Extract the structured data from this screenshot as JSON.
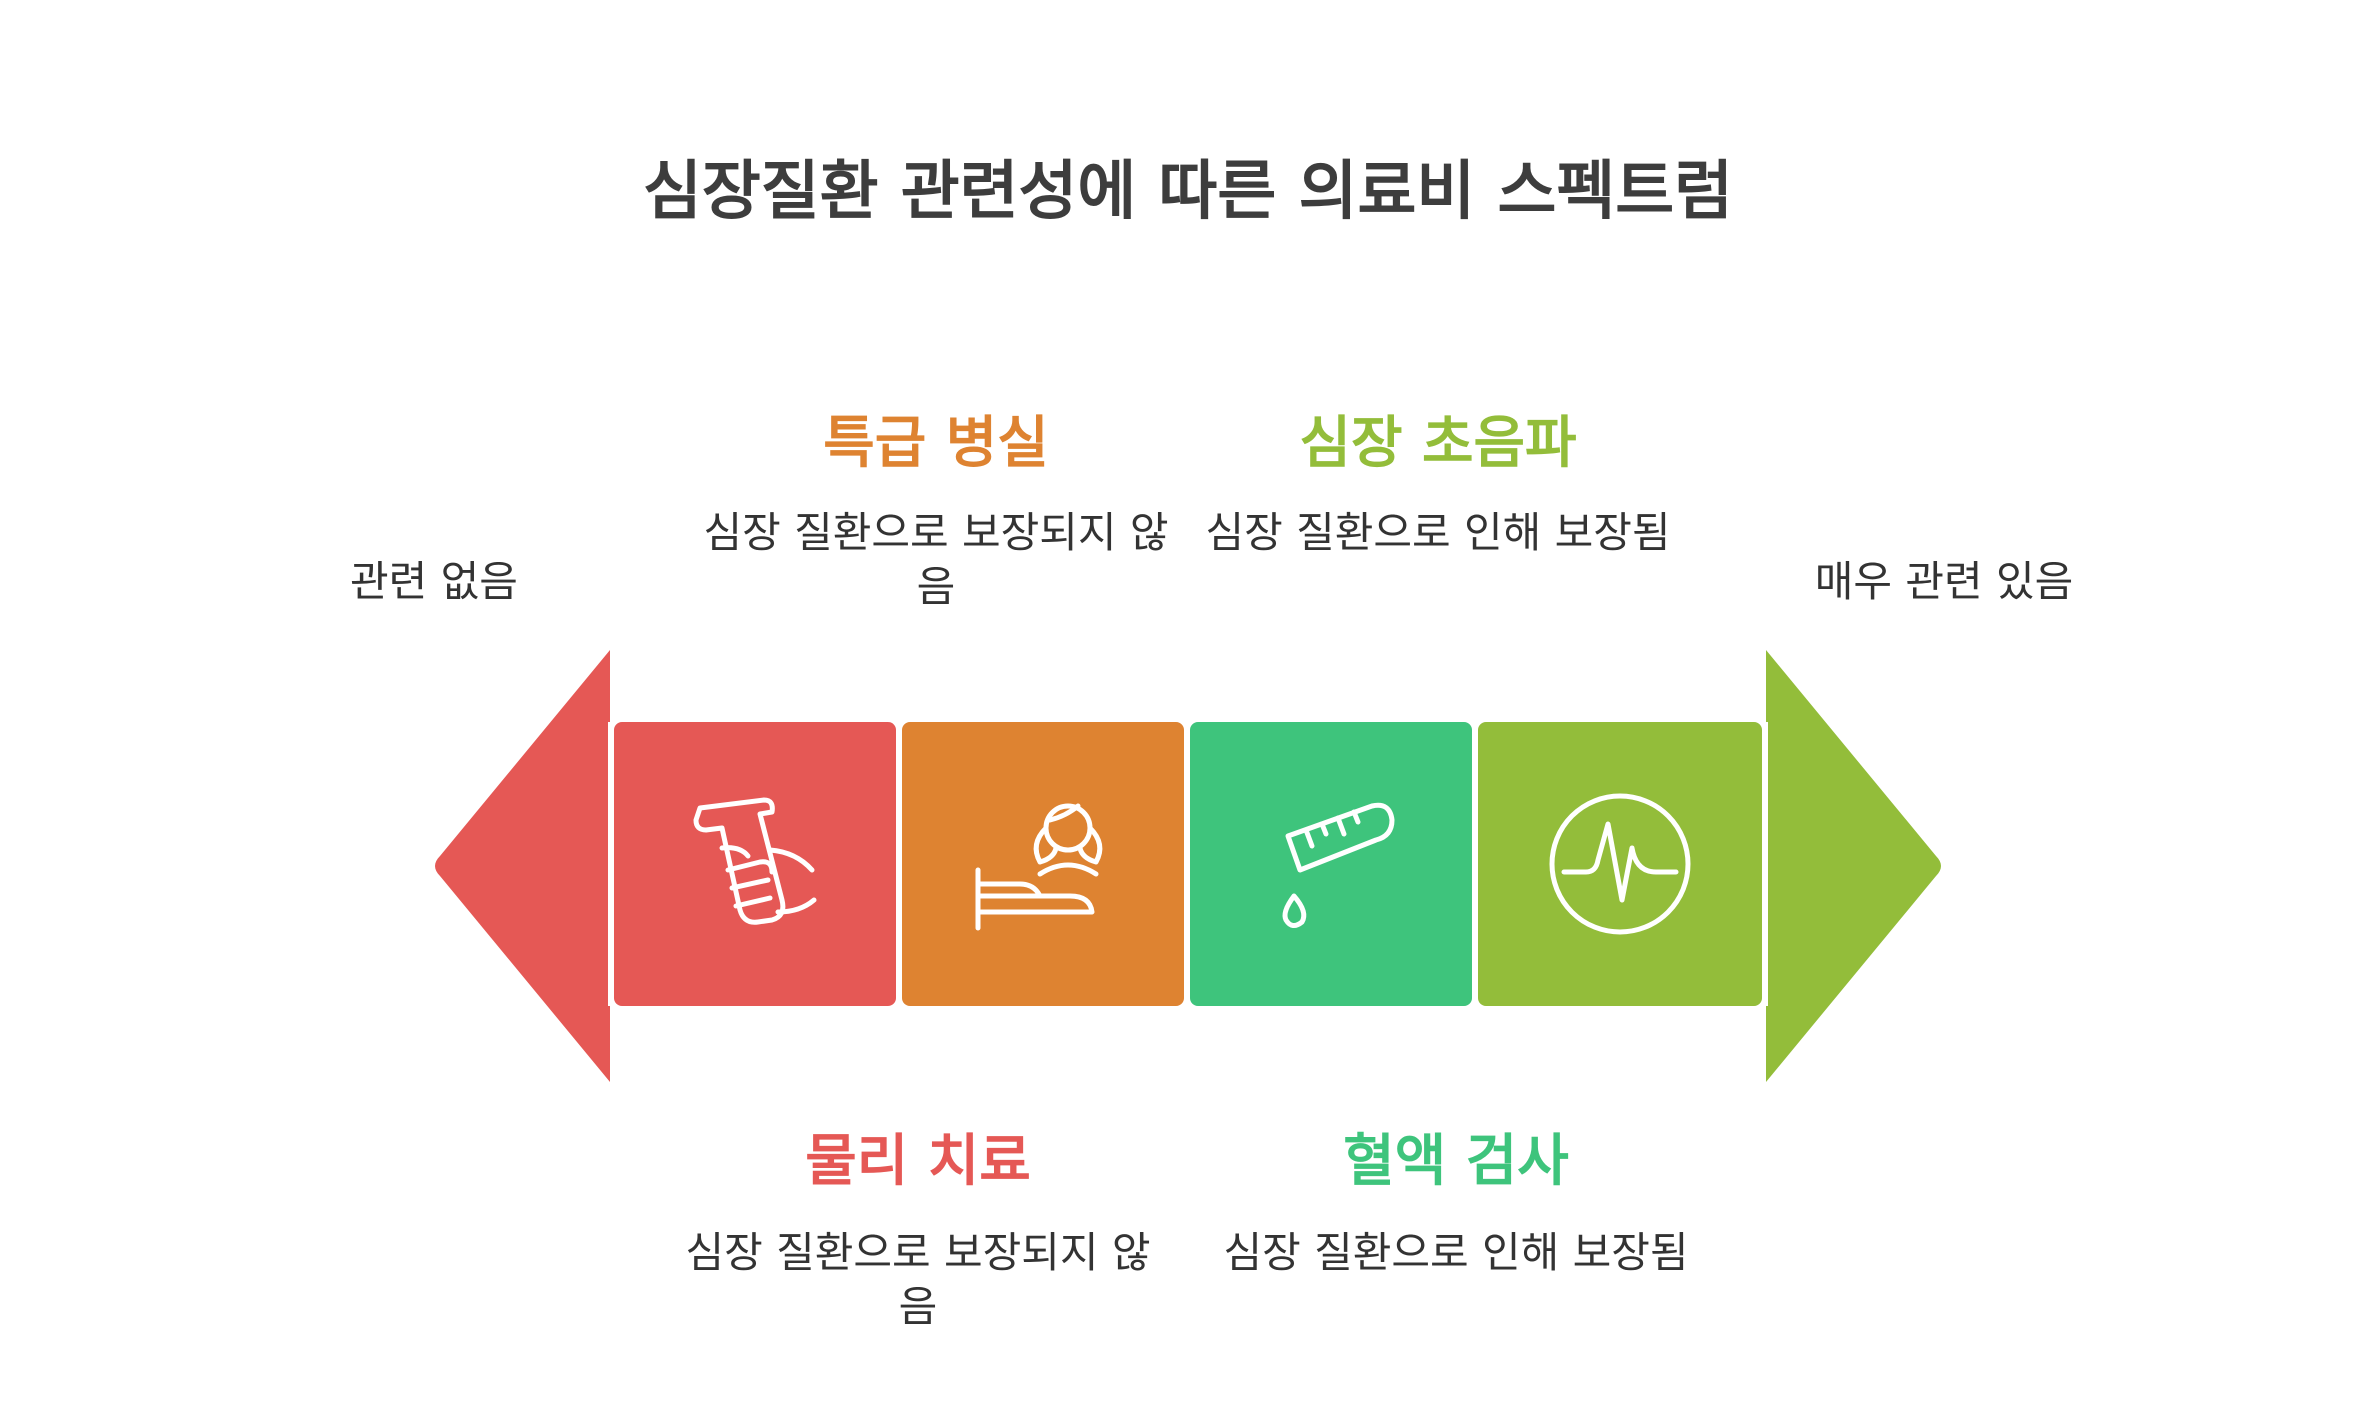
{
  "title": "심장질환 관련성에 따른 의료비 스펙트럼",
  "ends": {
    "left": "관련 없음",
    "right": "매우 관련 있음"
  },
  "colors": {
    "red": "#E55855",
    "orange": "#DE8331",
    "teal": "#3EC47C",
    "green": "#93BD3A"
  },
  "items": {
    "vip_room": {
      "heading": "특급 병실",
      "description": "심장 질환으로 보장되지 않음",
      "icon": "patient-bed-icon"
    },
    "echo": {
      "heading": "심장 초음파",
      "description": "심장 질환으로 인해 보장됨",
      "icon": "heartbeat-monitor-icon"
    },
    "physio": {
      "heading": "물리 치료",
      "description": "심장 질환으로 보장되지 않음",
      "icon": "hand-grip-icon"
    },
    "blood": {
      "heading": "혈액 검사",
      "description": "심장 질환으로 인해 보장됨",
      "icon": "test-tube-icon"
    }
  }
}
